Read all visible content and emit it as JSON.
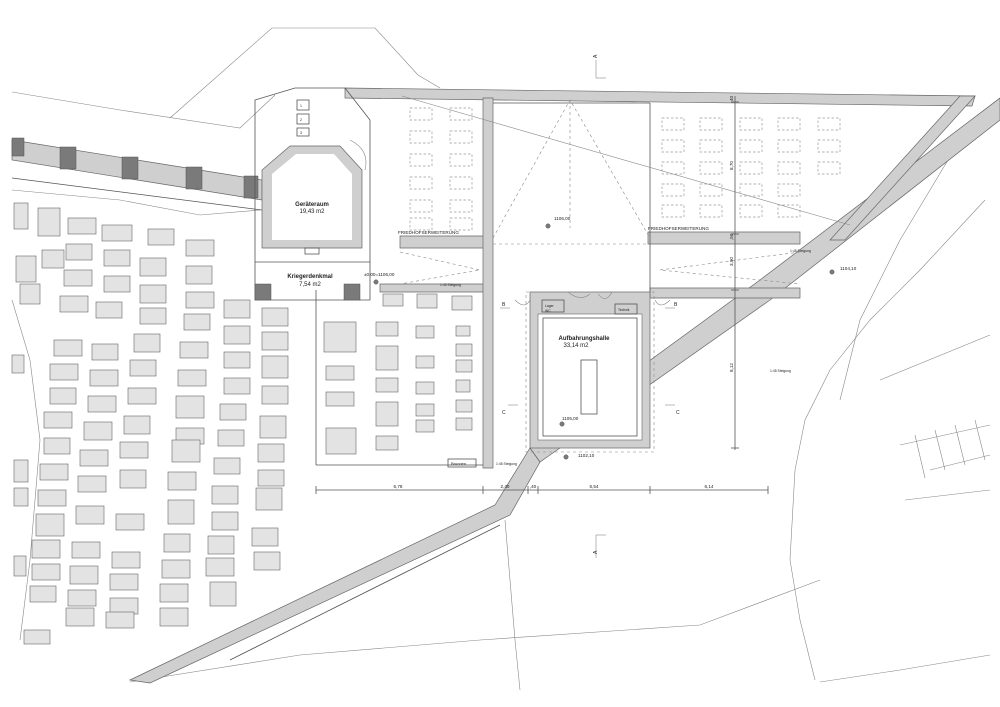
{
  "rooms": {
    "geraete_name": "Geräteraum",
    "geraete_area": "19,43 m2",
    "denkmal_name": "Kriegerdenkmal",
    "denkmal_area": "7,54 m2",
    "aufbahrung_name": "Aufbahrungshalle",
    "aufbahrung_area": "33,14 m2"
  },
  "labels": {
    "friedhof_left": "FRIEDHOFSERWEITERUNG",
    "friedhof_right": "FRIEDHOFSERWEITERUNG",
    "brunnen": "Brunnen",
    "small_left_1": "1",
    "small_left_2": "2",
    "small_left_3": "3",
    "room_small_1": "Lager",
    "room_small_2": "WC",
    "room_small_3": "Technik"
  },
  "levels": {
    "l1": "±0,00=1106,00",
    "l2": "1106,00",
    "l3": "1104,10",
    "l4": "1105,00",
    "l5": "1102,10"
  },
  "slopes": {
    "s1": "1:45 Steigung",
    "s2": "1:45 Steigung",
    "s3": "1:45 Steigung",
    "s4": "1:45 Steigung"
  },
  "dimensions": {
    "d1": "6,78",
    "d2": "2,40",
    "d3": ",40",
    "d4": "6,54",
    "d5": "6,14",
    "v1": "8,70",
    "v2": "3,90",
    "v3": "8,12",
    "v4": "40",
    "v5": ",50"
  },
  "section_marks": {
    "a_top": "A",
    "a_bottom": "A",
    "b_left": "B",
    "b_right": "B",
    "c_left": "C",
    "c_right": "C"
  }
}
